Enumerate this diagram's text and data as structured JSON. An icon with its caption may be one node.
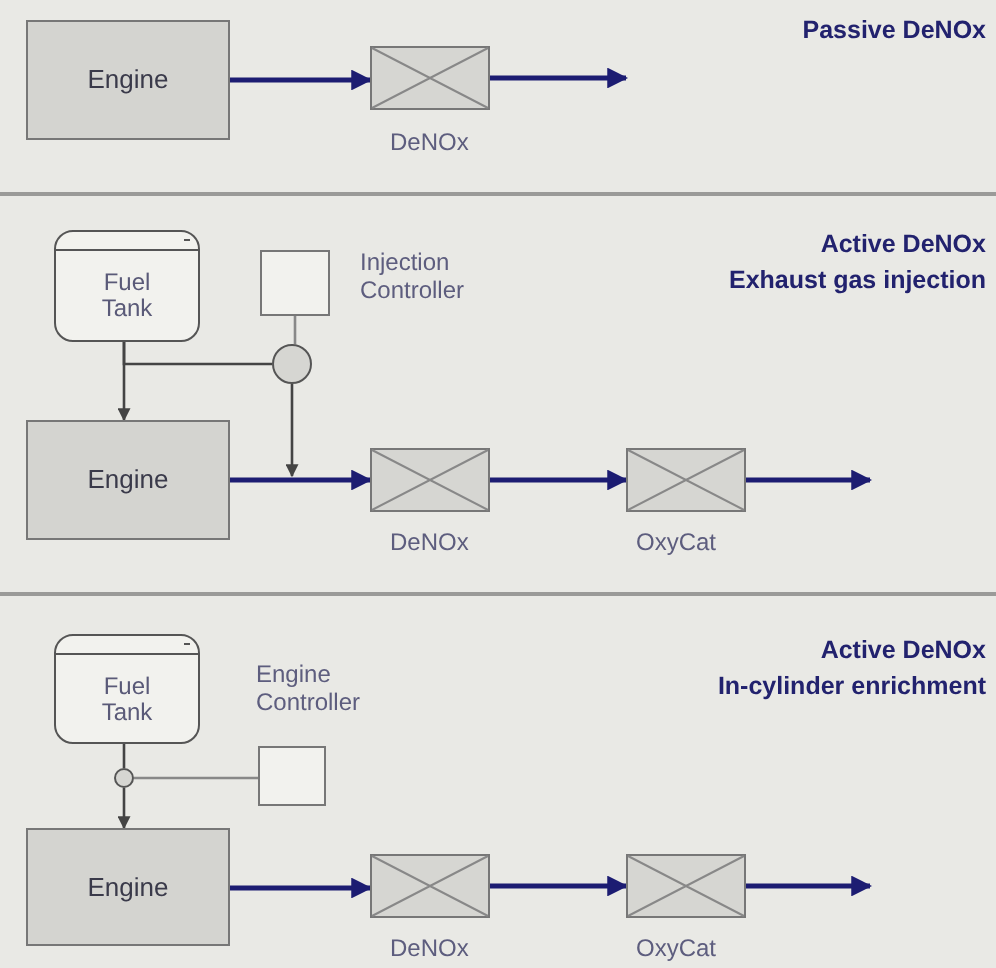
{
  "diagram": {
    "nodes": [
      {
        "text": [
          "Engine"
        ]
      },
      {
        "text": [],
        "shape": "box",
        "beside": [
          "DeNOx"
        ]
      },
      {
        "text": [
          "Fuel Tank"
        ]
      },
      {
        "text": [],
        "shape": "box",
        "beside": [
          "Injection Controller"
        ]
      },
      {
        "text": [],
        "shape": "circle"
      },
      {
        "text": [
          "Engine"
        ]
      },
      {
        "text": [],
        "shape": "box",
        "beside": [
          "DeNOx"
        ]
      },
      {
        "text": [],
        "shape": "box",
        "beside": [
          "OxyCat"
        ]
      },
      {
        "text": [
          "Fuel Tank"
        ]
      },
      {
        "text": [],
        "shape": "circle"
      },
      {
        "text": [],
        "shape": "box",
        "beside": [
          "Engine Controller"
        ]
      },
      {
        "text": [
          "Engine"
        ]
      },
      {
        "text": [],
        "shape": "box",
        "beside": [
          "DeNOx"
        ]
      },
      {
        "text": [],
        "shape": "box",
        "beside": [
          "OxyCat"
        ]
      }
    ],
    "edges": [
      {
        "from": 0,
        "to": 1,
        "arrow": "to"
      },
      {
        "from": 1,
        "to": null,
        "arrow": "to"
      },
      {
        "from": 2,
        "to": 5,
        "arrow": "to",
        "color": "#444444"
      },
      {
        "from": 2,
        "to": 4,
        "arrow": "none",
        "color": "#444444"
      },
      {
        "from": 3,
        "to": 4,
        "arrow": "none",
        "color": "#888888"
      },
      {
        "from": 4,
        "to": null,
        "arrow": "to",
        "color": "#444444"
      },
      {
        "from": 5,
        "to": 6,
        "arrow": "to"
      },
      {
        "from": 6,
        "to": 7,
        "arrow": "to"
      },
      {
        "from": 7,
        "to": null,
        "arrow": "to"
      },
      {
        "from": 8,
        "to": 9,
        "arrow": "none",
        "color": "#444444"
      },
      {
        "from": 9,
        "to": 10,
        "arrow": "none",
        "color": "#888888"
      },
      {
        "from": 9,
        "to": 11,
        "arrow": "to",
        "color": "#444444"
      },
      {
        "from": 11,
        "to": 12,
        "arrow": "to"
      },
      {
        "from": 12,
        "to": 13,
        "arrow": "to"
      },
      {
        "from": 13,
        "to": null,
        "arrow": "to"
      }
    ],
    "labels": [
      "Passive DeNOx",
      "Active DeNOx",
      "Exhaust gas injection",
      "Active DeNOx",
      "In-cylinder enrichment"
    ]
  }
}
